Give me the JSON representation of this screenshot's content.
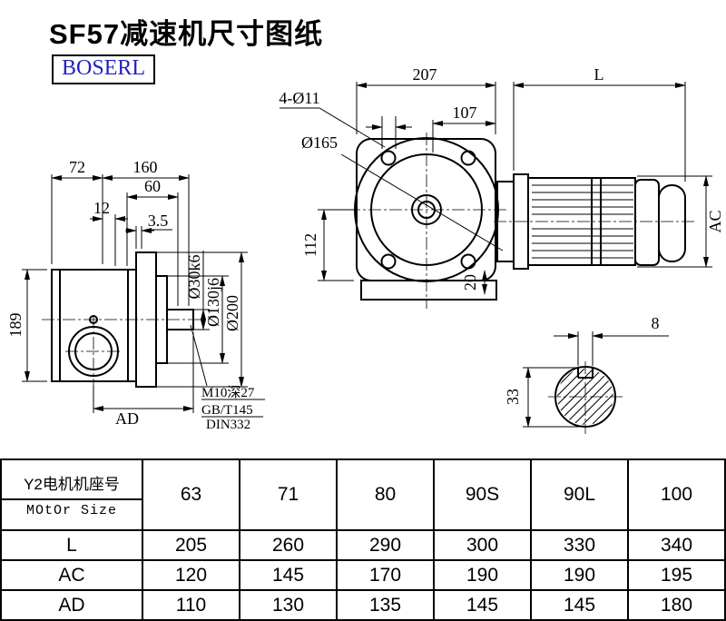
{
  "page": {
    "title": "SF57减速机尺寸图纸",
    "logo_text": "BOSERL"
  },
  "side_view": {
    "dim_72": "72",
    "dim_160": "160",
    "dim_60": "60",
    "dim_12": "12",
    "dim_3_5": "3.5",
    "dim_189": "189",
    "dim_ad": "AD",
    "dim_shaft": "Ø30k6",
    "dim_spigot": "Ø130j6",
    "dim_flange": "Ø200",
    "note_line1": "M10深27",
    "note_line2": "GB/T145",
    "note_line3": "DIN332"
  },
  "front_view": {
    "dim_207": "207",
    "dim_l": "L",
    "dim_bolt_holes": "4-Ø11",
    "dim_107": "107",
    "dim_165": "Ø165",
    "dim_112": "112",
    "dim_20": "20",
    "dim_ac": "AC"
  },
  "shaft_section": {
    "dim_8": "8",
    "dim_33": "33"
  },
  "table": {
    "header": {
      "label_line1": "Y2电机机座号",
      "label_line2": "MOtOr Size",
      "sizes": [
        "63",
        "71",
        "80",
        "90S",
        "90L",
        "100"
      ]
    },
    "rows": [
      {
        "label": "L",
        "values": [
          "205",
          "260",
          "290",
          "300",
          "330",
          "340"
        ]
      },
      {
        "label": "AC",
        "values": [
          "120",
          "145",
          "170",
          "190",
          "190",
          "195"
        ]
      },
      {
        "label": "AD",
        "values": [
          "110",
          "130",
          "135",
          "145",
          "145",
          "180"
        ]
      }
    ]
  }
}
